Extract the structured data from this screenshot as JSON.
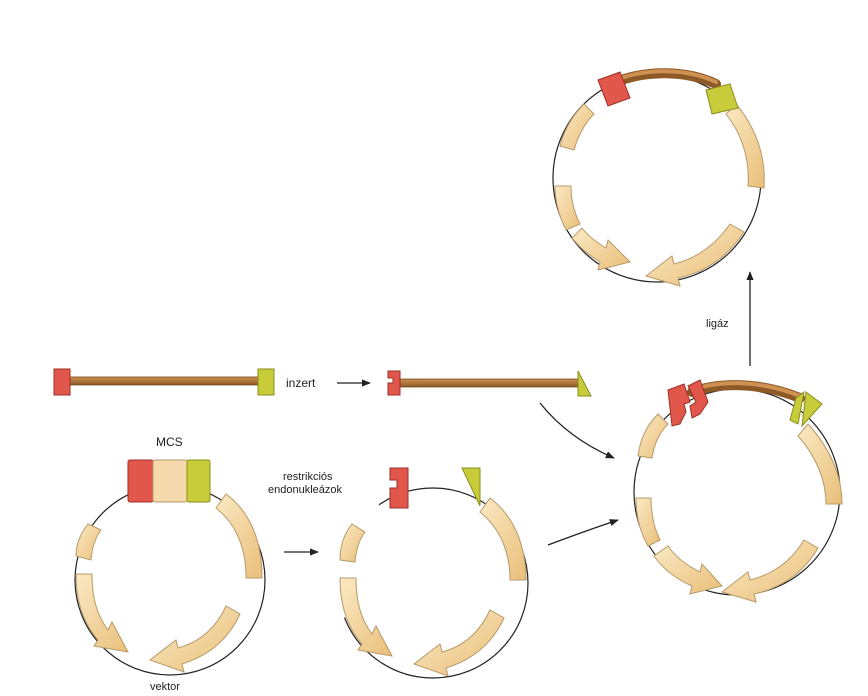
{
  "labels": {
    "insert": "inzert",
    "mcs": "MCS",
    "restriction_line1": "restrikciós",
    "restriction_line2": "endonukleázok",
    "vector": "vektor",
    "ligase": "ligáz"
  },
  "colors": {
    "red_site": "#e2574c",
    "green_site": "#c8cc3a",
    "insert_dna": "#b5783a",
    "gene_fill": "#f2d39c",
    "gene_stroke": "#b79a6a",
    "backbone": "#222222",
    "arrow": "#222222"
  }
}
